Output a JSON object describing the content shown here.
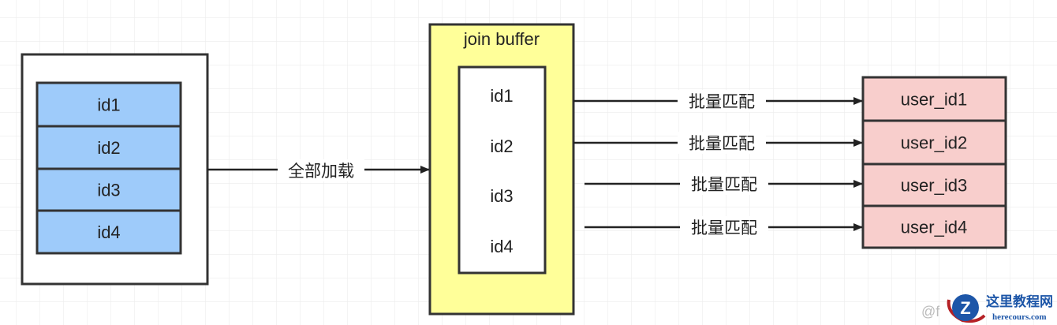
{
  "colors": {
    "source_fill": "#9ECBFA",
    "buffer_fill": "#FFFF99",
    "target_fill": "#F8CECC",
    "stroke": "#333333",
    "grid": "#ECECEC"
  },
  "source": {
    "items": [
      "id1",
      "id2",
      "id3",
      "id4"
    ]
  },
  "load_arrow": {
    "label": "全部加载"
  },
  "buffer": {
    "title": "join buffer",
    "items": [
      "id1",
      "id2",
      "id3",
      "id4"
    ]
  },
  "match_arrows": [
    {
      "label": "批量匹配"
    },
    {
      "label": "批量匹配"
    },
    {
      "label": "批量匹配"
    },
    {
      "label": "批量匹配"
    }
  ],
  "target": {
    "items": [
      "user_id1",
      "user_id2",
      "user_id3",
      "user_id4"
    ]
  },
  "watermark": {
    "handle": "@f",
    "site_name": "这里教程网",
    "site_url": "herecours.com"
  }
}
